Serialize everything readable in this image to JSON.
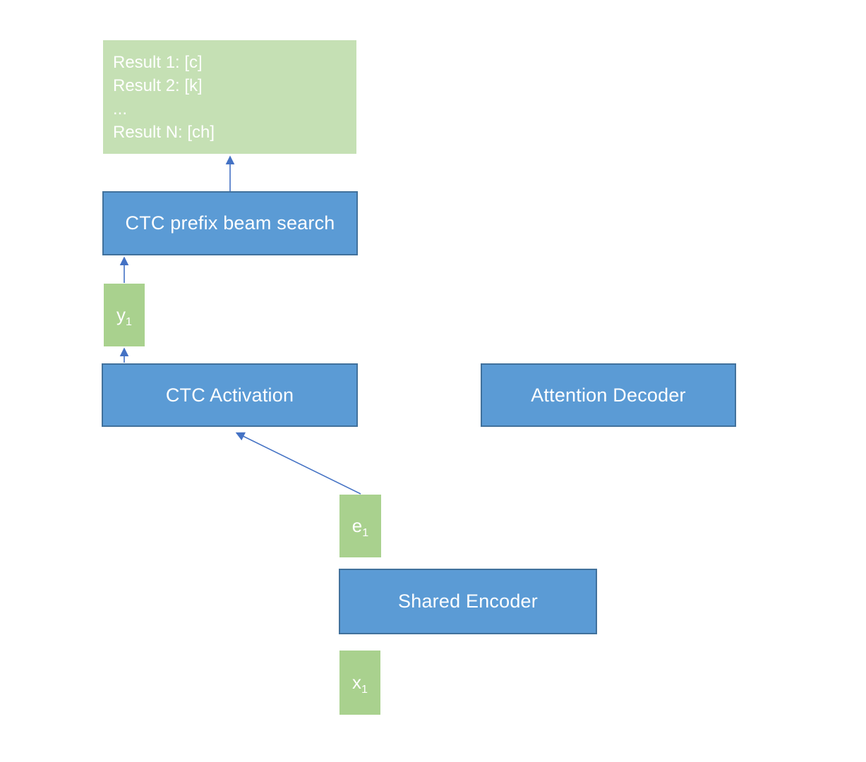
{
  "diagram": {
    "title": "CTC / attention speech decoding diagram",
    "colors": {
      "blue_fill": "#5b9bd5",
      "blue_border": "#41719c",
      "green_light": "#c5e0b4",
      "green_medium": "#a9d18e",
      "arrow_color": "#4472c4",
      "text_color": "#ffffff"
    },
    "results_box": {
      "lines": [
        "Result 1: [c]",
        "Result 2: [k]",
        "...",
        "Result N: [ch]"
      ]
    },
    "nodes": {
      "ctc_prefix_beam_search": {
        "label": "CTC prefix beam search"
      },
      "ctc_activation": {
        "label": "CTC Activation"
      },
      "attention_decoder": {
        "label": "Attention Decoder"
      },
      "shared_encoder": {
        "label": "Shared Encoder"
      },
      "y1": {
        "base": "y",
        "sub": "1"
      },
      "e1": {
        "base": "e",
        "sub": "1"
      },
      "x1": {
        "base": "x",
        "sub": "1"
      }
    }
  }
}
